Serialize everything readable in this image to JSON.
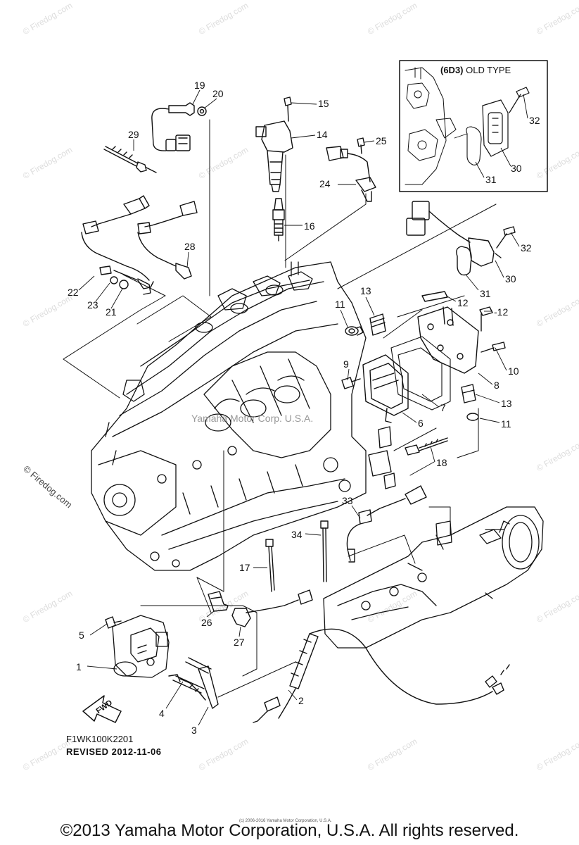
{
  "inset": {
    "code": "(6D3)",
    "label": "OLD TYPE"
  },
  "callouts": [
    "19",
    "20",
    "15",
    "14",
    "25",
    "29",
    "24",
    "16",
    "28",
    "22",
    "23",
    "21",
    "11",
    "13",
    "12",
    "-12",
    "9",
    "10",
    "8",
    "7",
    "6",
    "13",
    "11",
    "18",
    "33",
    "34",
    "17",
    "26",
    "27",
    "5",
    "1",
    "4",
    "3",
    "2",
    "32",
    "30",
    "31",
    "32",
    "30",
    "31"
  ],
  "fwd_label": "FWD",
  "drawing_code": "F1WK100K2201",
  "revised": "REVISED 2012-11-06",
  "watermark": "© Firedog.com",
  "side_watermark": "© Firedog.com",
  "center_watermark": "Yamaha Motor Corp. U.S.A.",
  "tiny_copyright": "(c) 2006-2016 Yamaha Motor Corporation, U.S.A.",
  "footer": "©2013 Yamaha Motor Corporation, U.S.A. All rights reserved."
}
